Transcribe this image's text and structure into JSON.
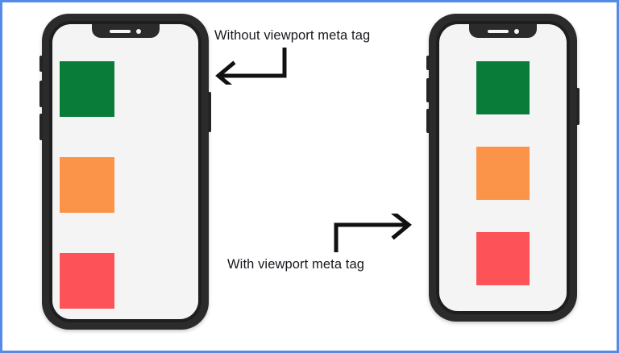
{
  "diagram": {
    "title": "Viewport meta tag comparison",
    "background": "#ffffff",
    "border_color": "#558ae6"
  },
  "annotations": [
    {
      "id": "without",
      "text": "Without viewport meta tag",
      "arrow_direction": "left",
      "arrow_icon": "arrow-elbow-left-icon",
      "points_to": "phone-left"
    },
    {
      "id": "with",
      "text": "With viewport meta tag",
      "arrow_direction": "right",
      "arrow_icon": "arrow-elbow-right-icon",
      "points_to": "phone-right"
    }
  ],
  "phones": [
    {
      "id": "phone-left",
      "name": "phone-without-viewport",
      "frame_color": "#2b2b2b",
      "screen_color": "#f4f4f5",
      "layout": "left-aligned-oversized",
      "notch": {
        "speaker": "notch-speaker-icon",
        "camera": "notch-camera-icon"
      },
      "blocks": [
        {
          "name": "green-block",
          "color": "#0a7c3a"
        },
        {
          "name": "orange-block",
          "color": "#fb9348"
        },
        {
          "name": "red-block",
          "color": "#fd5258"
        }
      ]
    },
    {
      "id": "phone-right",
      "name": "phone-with-viewport",
      "frame_color": "#2b2b2b",
      "screen_color": "#f4f4f5",
      "layout": "centered-fitted",
      "notch": {
        "speaker": "notch-speaker-icon",
        "camera": "notch-camera-icon"
      },
      "blocks": [
        {
          "name": "green-block",
          "color": "#0a7c3a"
        },
        {
          "name": "orange-block",
          "color": "#fb9348"
        },
        {
          "name": "red-block",
          "color": "#fd5258"
        }
      ]
    }
  ],
  "colors": {
    "green": "#0a7c3a",
    "orange": "#fb9348",
    "red": "#fd5258",
    "frame": "#2b2b2b",
    "screen": "#f4f4f5",
    "text": "#16181d",
    "border": "#558ae6"
  }
}
